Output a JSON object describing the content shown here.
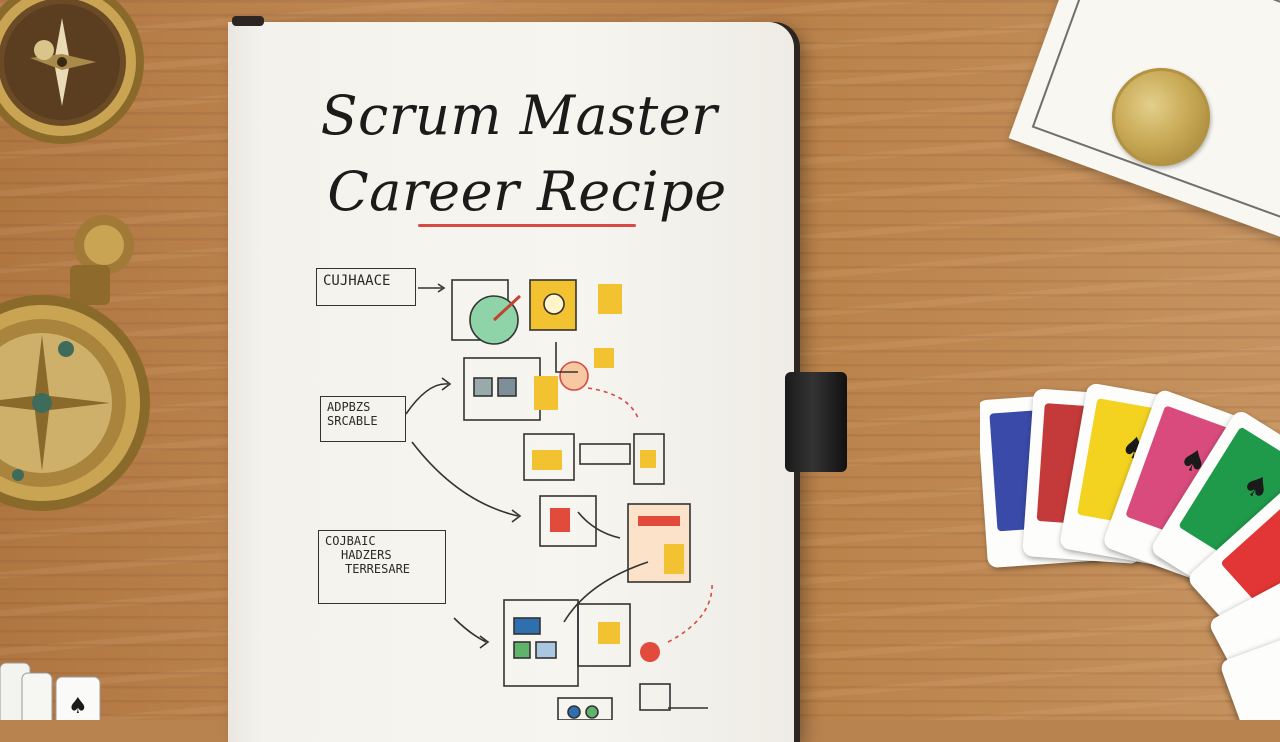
{
  "title": {
    "line1": "Scrum Master",
    "line2": "Career Recipe"
  },
  "sketch_labels": {
    "box1": "CUJHAACE",
    "box2_line1": "ADPBZS",
    "box2_line2": "SRCABLE",
    "box3_line1": "COJBAIC",
    "box3_line2": "HADZERS",
    "box3_line3": "TERRESARE"
  },
  "colors": {
    "underline": "#d84a45",
    "sketch_yellow": "#f2c230",
    "sketch_red": "#e24a3b",
    "sketch_green": "#5fb36a",
    "sketch_blue": "#2f6fb0",
    "card_blue": "#3a4aa8",
    "card_yellow": "#f3d320",
    "card_pink": "#d94b7c",
    "card_green": "#1f9a4a",
    "card_red": "#e23636",
    "seal_gold": "#c8a955"
  },
  "icons": {
    "compass": "compass-icon",
    "pocket_watch": "pocket-watch-icon",
    "seal": "certificate-seal-icon",
    "spade": "spade-suit-icon"
  }
}
